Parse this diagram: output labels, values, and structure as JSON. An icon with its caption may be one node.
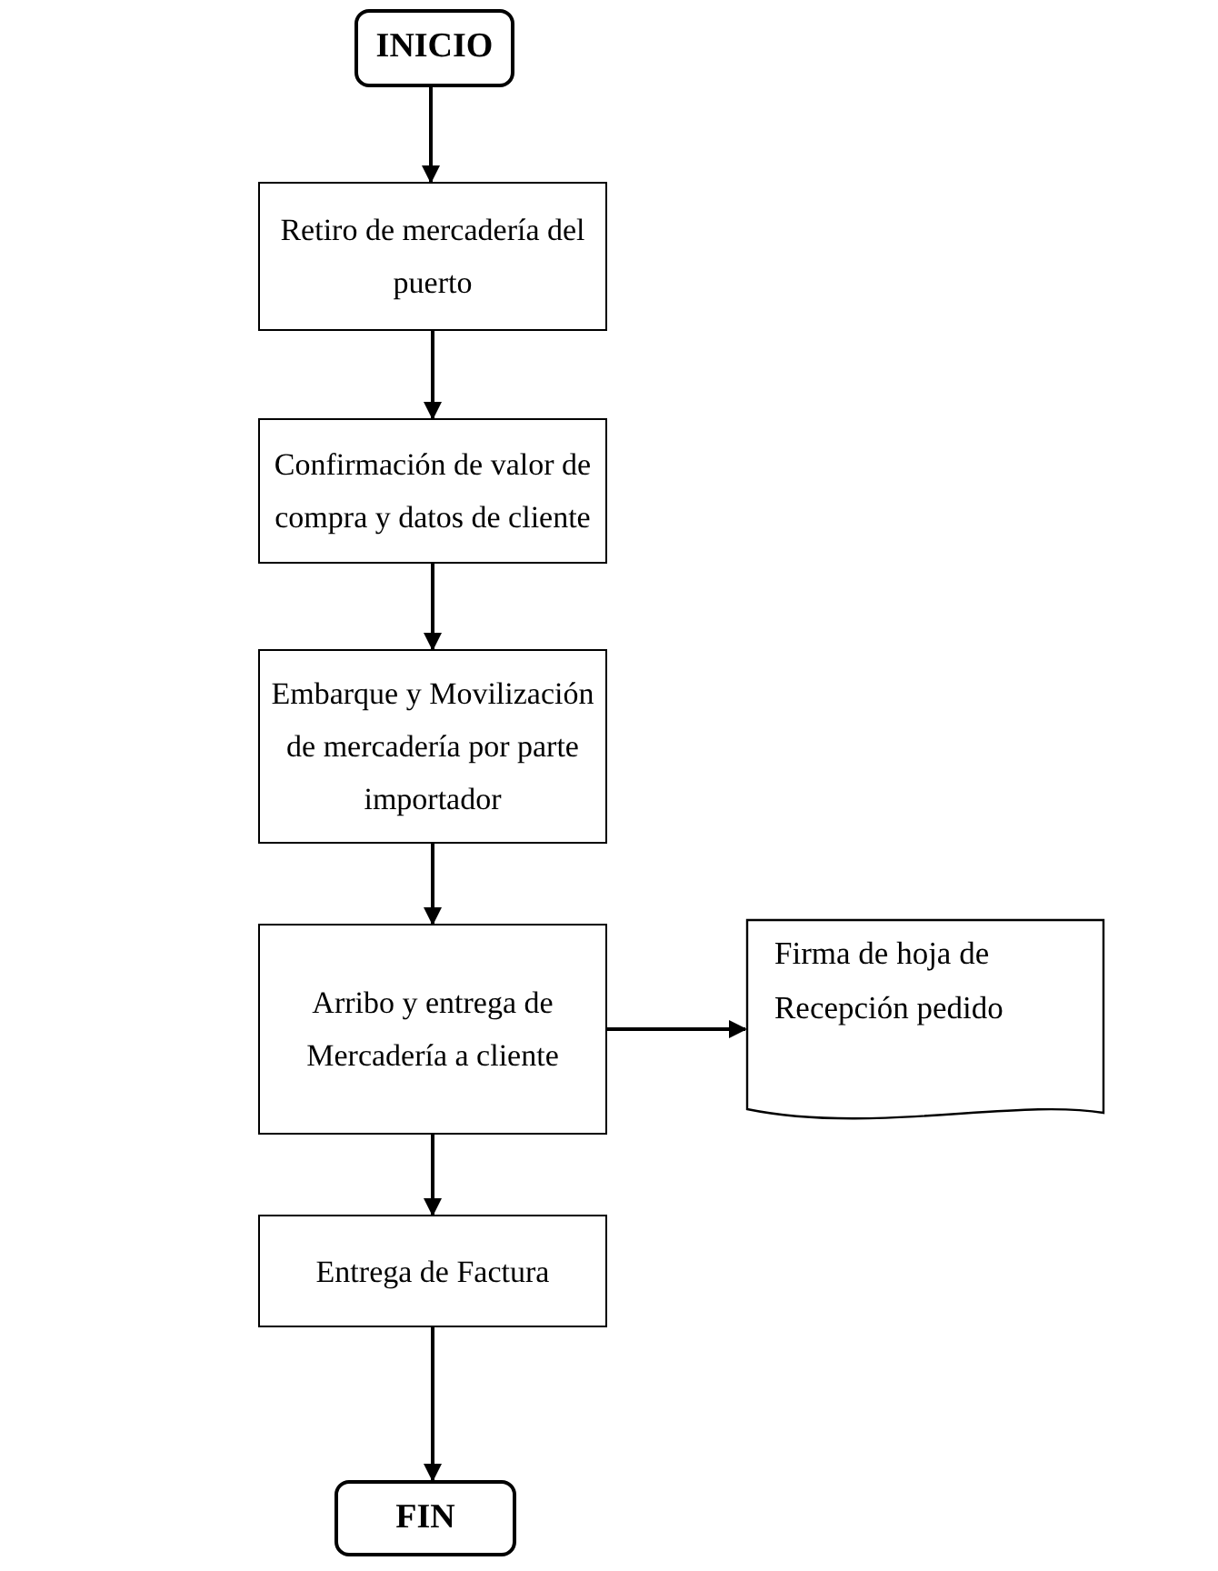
{
  "diagram": {
    "nodes": [
      {
        "text": [
          "INICIO"
        ]
      },
      {
        "text": [
          "Retiro de mercadería del puerto"
        ]
      },
      {
        "text": [
          "Confirmación de valor de compra y datos de cliente"
        ]
      },
      {
        "text": [
          "Embarque y Movilización de mercadería por parte importador"
        ]
      },
      {
        "text": [
          "Arribo y entrega de Mercadería a cliente"
        ]
      },
      {
        "text": [
          "Firma de hoja de Recepción pedido"
        ]
      },
      {
        "text": [
          "Entrega de Factura"
        ]
      },
      {
        "text": [
          "FIN"
        ]
      }
    ],
    "edges": [
      {
        "from": 0,
        "to": 1,
        "arrow": "to"
      },
      {
        "from": 1,
        "to": 2,
        "arrow": "to"
      },
      {
        "from": 2,
        "to": 3,
        "arrow": "to"
      },
      {
        "from": 3,
        "to": 4,
        "arrow": "to"
      },
      {
        "from": 4,
        "to": 5,
        "arrow": "to"
      },
      {
        "from": 4,
        "to": 6,
        "arrow": "to"
      },
      {
        "from": 6,
        "to": 7,
        "arrow": "to"
      }
    ]
  }
}
